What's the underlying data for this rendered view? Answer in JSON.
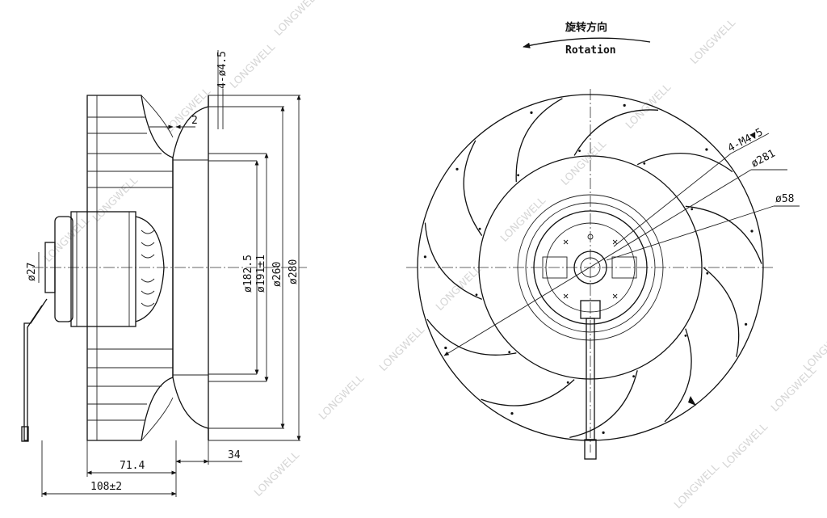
{
  "watermark": "LONGWELL",
  "rotation": {
    "label_cn": "旋转方向",
    "label_en": "Rotation"
  },
  "side_view": {
    "hole_spec": "4-ø4.5",
    "gap": "2",
    "shaft_dia": "ø27",
    "dims": [
      "ø182.5",
      "ø191±1",
      "ø260",
      "ø280"
    ],
    "depth_inner": "71.4",
    "depth_right": "34",
    "depth_total": "108±2"
  },
  "front_view": {
    "thread": "4-M4▼5",
    "outer_dia": "ø281",
    "hub_dia": "ø58"
  }
}
